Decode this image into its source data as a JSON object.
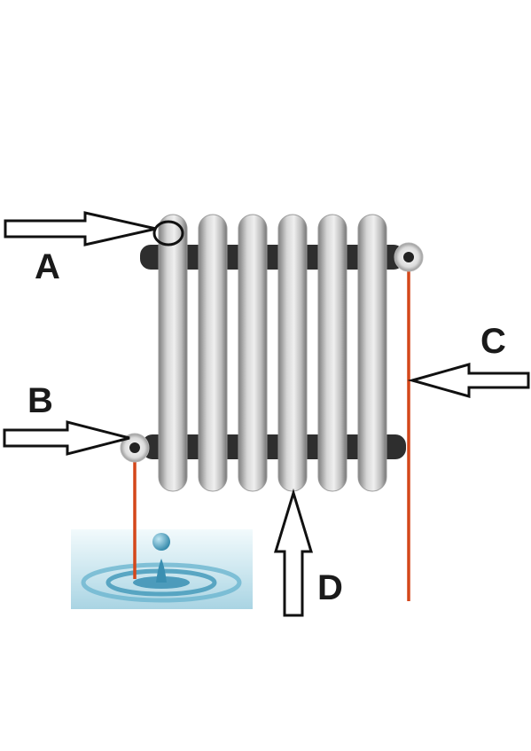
{
  "labels": {
    "a": "A",
    "b": "B",
    "c": "C",
    "d": "D"
  },
  "colors": {
    "background": "#ffffff",
    "radiator_column": "#b8b8b8",
    "header_bar": "#2e2e2e",
    "pipe": "#d4471a",
    "water": "#5aa9c4",
    "arrow_fill": "#ffffff",
    "arrow_stroke": "#111111"
  },
  "icons": {
    "radiator": "radiator-icon",
    "valve": "valve-icon",
    "water_drop": "water-drop-icon",
    "arrow": "arrow-icon"
  }
}
